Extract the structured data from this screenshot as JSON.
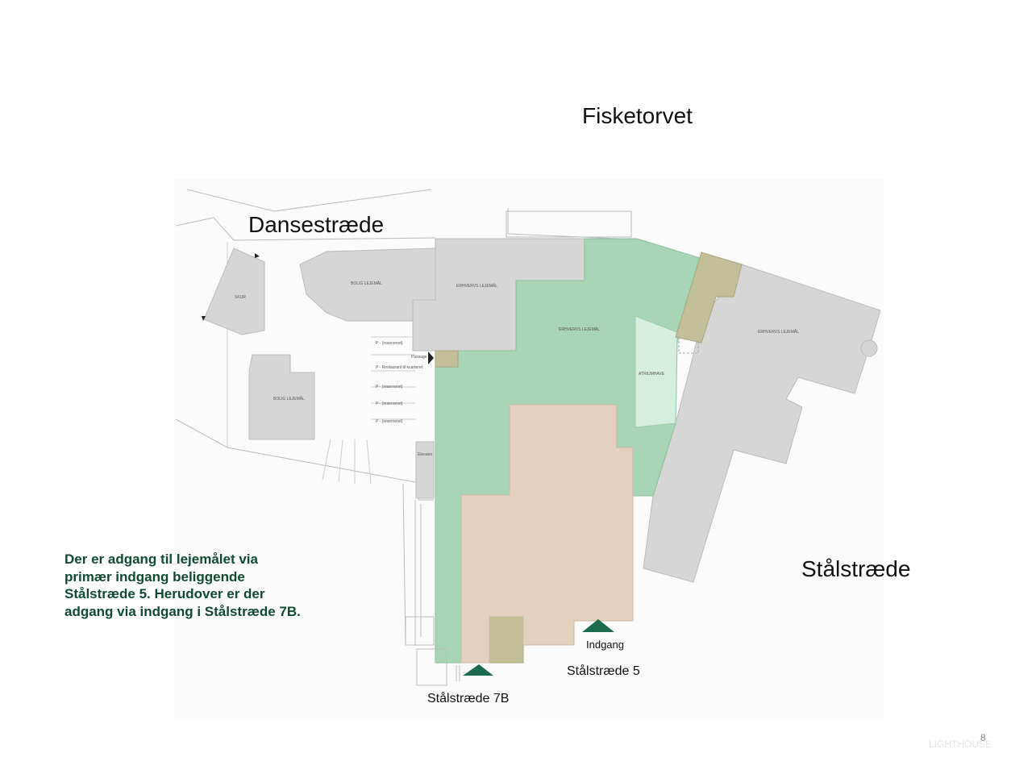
{
  "streets": {
    "north": "Fisketorvet",
    "west": "Dansestræde",
    "east": "Stålstræde",
    "entrance_main": "Stålstræde 5",
    "entrance_secondary": "Stålstræde 7B"
  },
  "entrance_label": "Indgang",
  "description": "Der er adgang til lejemålet via primær indgang beliggende Stålstræde 5. Herudover er der adgang via indgang i Stålstræde 7B.",
  "page_number": "8",
  "plan_labels": {
    "erhverv_1": "ERHVERVS LEJEMÅL",
    "erhverv_2": "ERHVERVS LEJEMÅL",
    "erhverv_3": "ERHVERVS LEJEMÅL",
    "bolig_1": "BOLIG LEJEMÅL",
    "bolig_2": "BOLIG LEJEMÅL",
    "skur": "SKUR",
    "atrium": "ATRIUMHAVE",
    "passage": "Passage",
    "elevator": "Elevator",
    "parking_1": "P - (reserveret)",
    "parking_2": "P - Restaurant til kvarteret",
    "parking_3": "P - (reserveret)",
    "parking_4": "P - (reserveret)",
    "parking_5": "P - (reserveret)"
  },
  "colors": {
    "leased_green": "#a8d5b5",
    "atrium_green": "#d6eedd",
    "pink_area": "#e4d0bf",
    "olive_area": "#c3bf98",
    "gray_building": "#d6d6d6",
    "entrance_arrow": "#1c6b4e",
    "description_text": "#0f4a32"
  },
  "watermark": "LIGHTHOUSE"
}
